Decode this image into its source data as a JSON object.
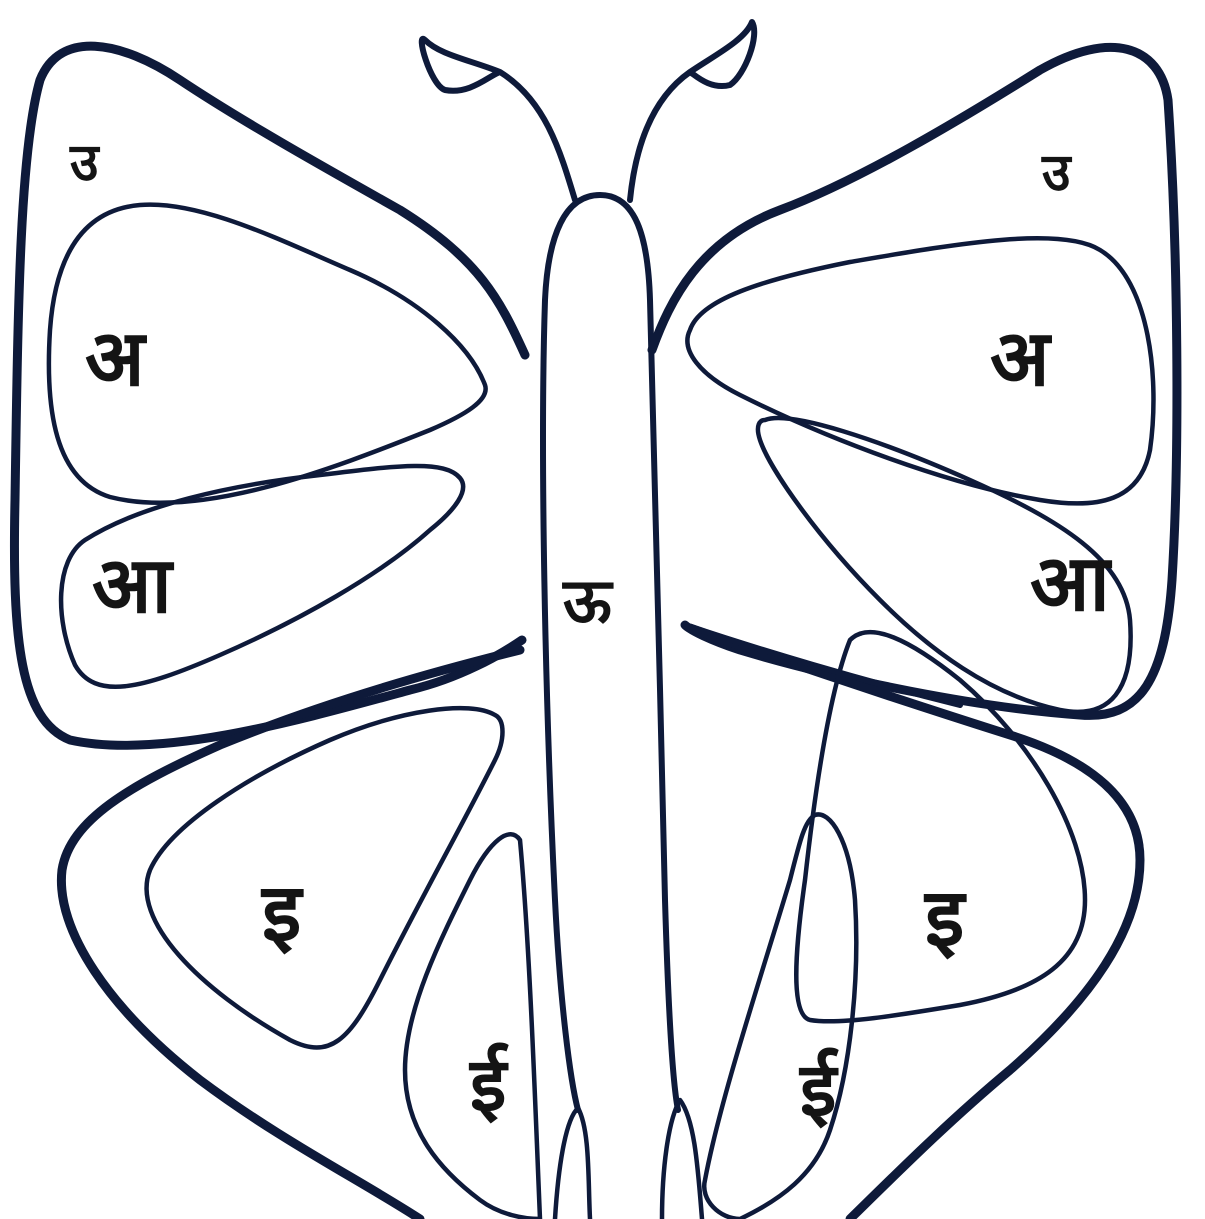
{
  "diagram": {
    "left_wing": {
      "upper_outer": "उ",
      "upper_inner_top": "अ",
      "upper_inner_bottom": "आ",
      "lower_large": "इ",
      "lower_small": "ई"
    },
    "right_wing": {
      "upper_outer": "उ",
      "upper_inner_top": "अ",
      "upper_inner_bottom": "आ",
      "lower_large": "इ",
      "lower_small": "ई"
    },
    "body": "ऊ"
  },
  "colors": {
    "line": "#0e1a3a",
    "text": "#141414",
    "background": "#ffffff"
  }
}
